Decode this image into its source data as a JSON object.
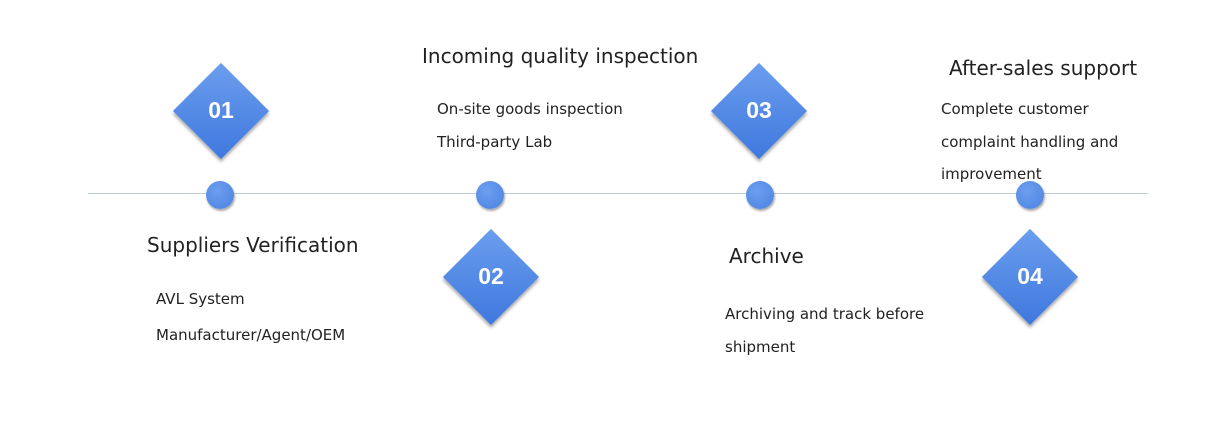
{
  "steps": [
    {
      "number": "01",
      "title": "Suppliers Verification",
      "lines": [
        "AVL System",
        "Manufacturer/Agent/OEM"
      ]
    },
    {
      "number": "02",
      "title": "Incoming quality inspection",
      "lines": [
        "On-site goods inspection",
        "Third-party Lab"
      ]
    },
    {
      "number": "03",
      "title": "Archive",
      "lines": [
        "Archiving and track before",
        "shipment"
      ]
    },
    {
      "number": "04",
      "title": "After-sales support",
      "lines": [
        "Complete customer",
        "complaint handling and",
        "improvement"
      ]
    }
  ]
}
